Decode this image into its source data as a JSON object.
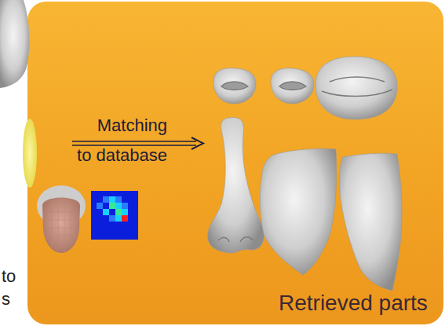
{
  "diagram": {
    "nodes": [
      {
        "text": [
          "Matching to database",
          "Retrieved parts"
        ]
      }
    ],
    "labels": [
      "to",
      "s"
    ]
  }
}
